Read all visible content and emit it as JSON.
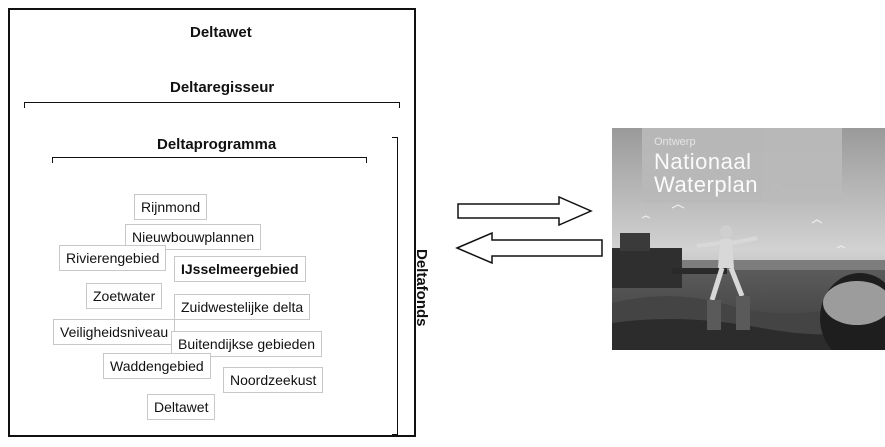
{
  "governance": {
    "law": "Deltawet",
    "commissioner": "Deltaregisseur",
    "programme": "Deltaprogramma",
    "fund": "Deltafonds"
  },
  "subprogrammes": [
    {
      "label": "Rijnmond",
      "bold": false
    },
    {
      "label": "Nieuwbouwplannen",
      "bold": false
    },
    {
      "label": "Rivierengebied",
      "bold": false
    },
    {
      "label": "IJsselmeergebied",
      "bold": true
    },
    {
      "label": "Zoetwater",
      "bold": false
    },
    {
      "label": "Zuidwestelijke delta",
      "bold": false
    },
    {
      "label": "Veiligheidsniveau",
      "bold": false
    },
    {
      "label": "Buitendijkse gebieden",
      "bold": false
    },
    {
      "label": "Waddengebied",
      "bold": false
    },
    {
      "label": "Noordzeekust",
      "bold": false
    },
    {
      "label": "Deltawet",
      "bold": false
    }
  ],
  "poster": {
    "subtitle": "Ontwerp",
    "title_line1": "Nationaal",
    "title_line2": "Waterplan"
  },
  "colors": {
    "box_border": "#c8c8c8",
    "poster_header": "#b9b9b9",
    "poster_photo": "#6f6f6f"
  }
}
